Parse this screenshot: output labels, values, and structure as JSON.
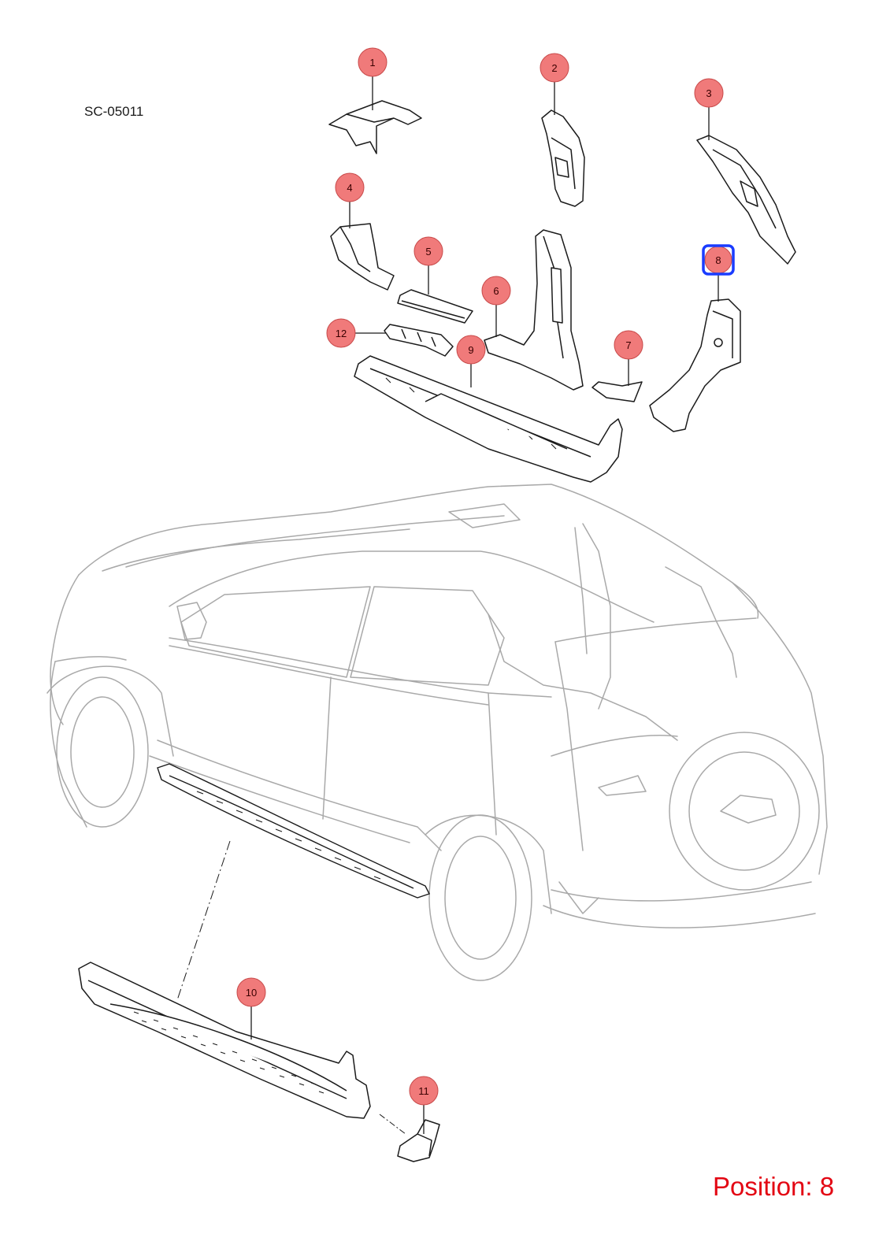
{
  "diagram": {
    "code": "SC-05011",
    "position_text": "Position: 8",
    "selected_callout": "8",
    "colors": {
      "callout_fill": "#f07a7a",
      "callout_stroke": "#c84a4a",
      "selected_stroke": "#1a3cff",
      "part_stroke": "#1b1b1b",
      "car_stroke": "#a9a9a9",
      "position_text": "#e30613"
    },
    "callouts": [
      {
        "label": "1"
      },
      {
        "label": "2"
      },
      {
        "label": "3"
      },
      {
        "label": "4"
      },
      {
        "label": "5"
      },
      {
        "label": "6"
      },
      {
        "label": "7"
      },
      {
        "label": "8"
      },
      {
        "label": "9"
      },
      {
        "label": "10"
      },
      {
        "label": "11"
      },
      {
        "label": "12"
      }
    ]
  }
}
